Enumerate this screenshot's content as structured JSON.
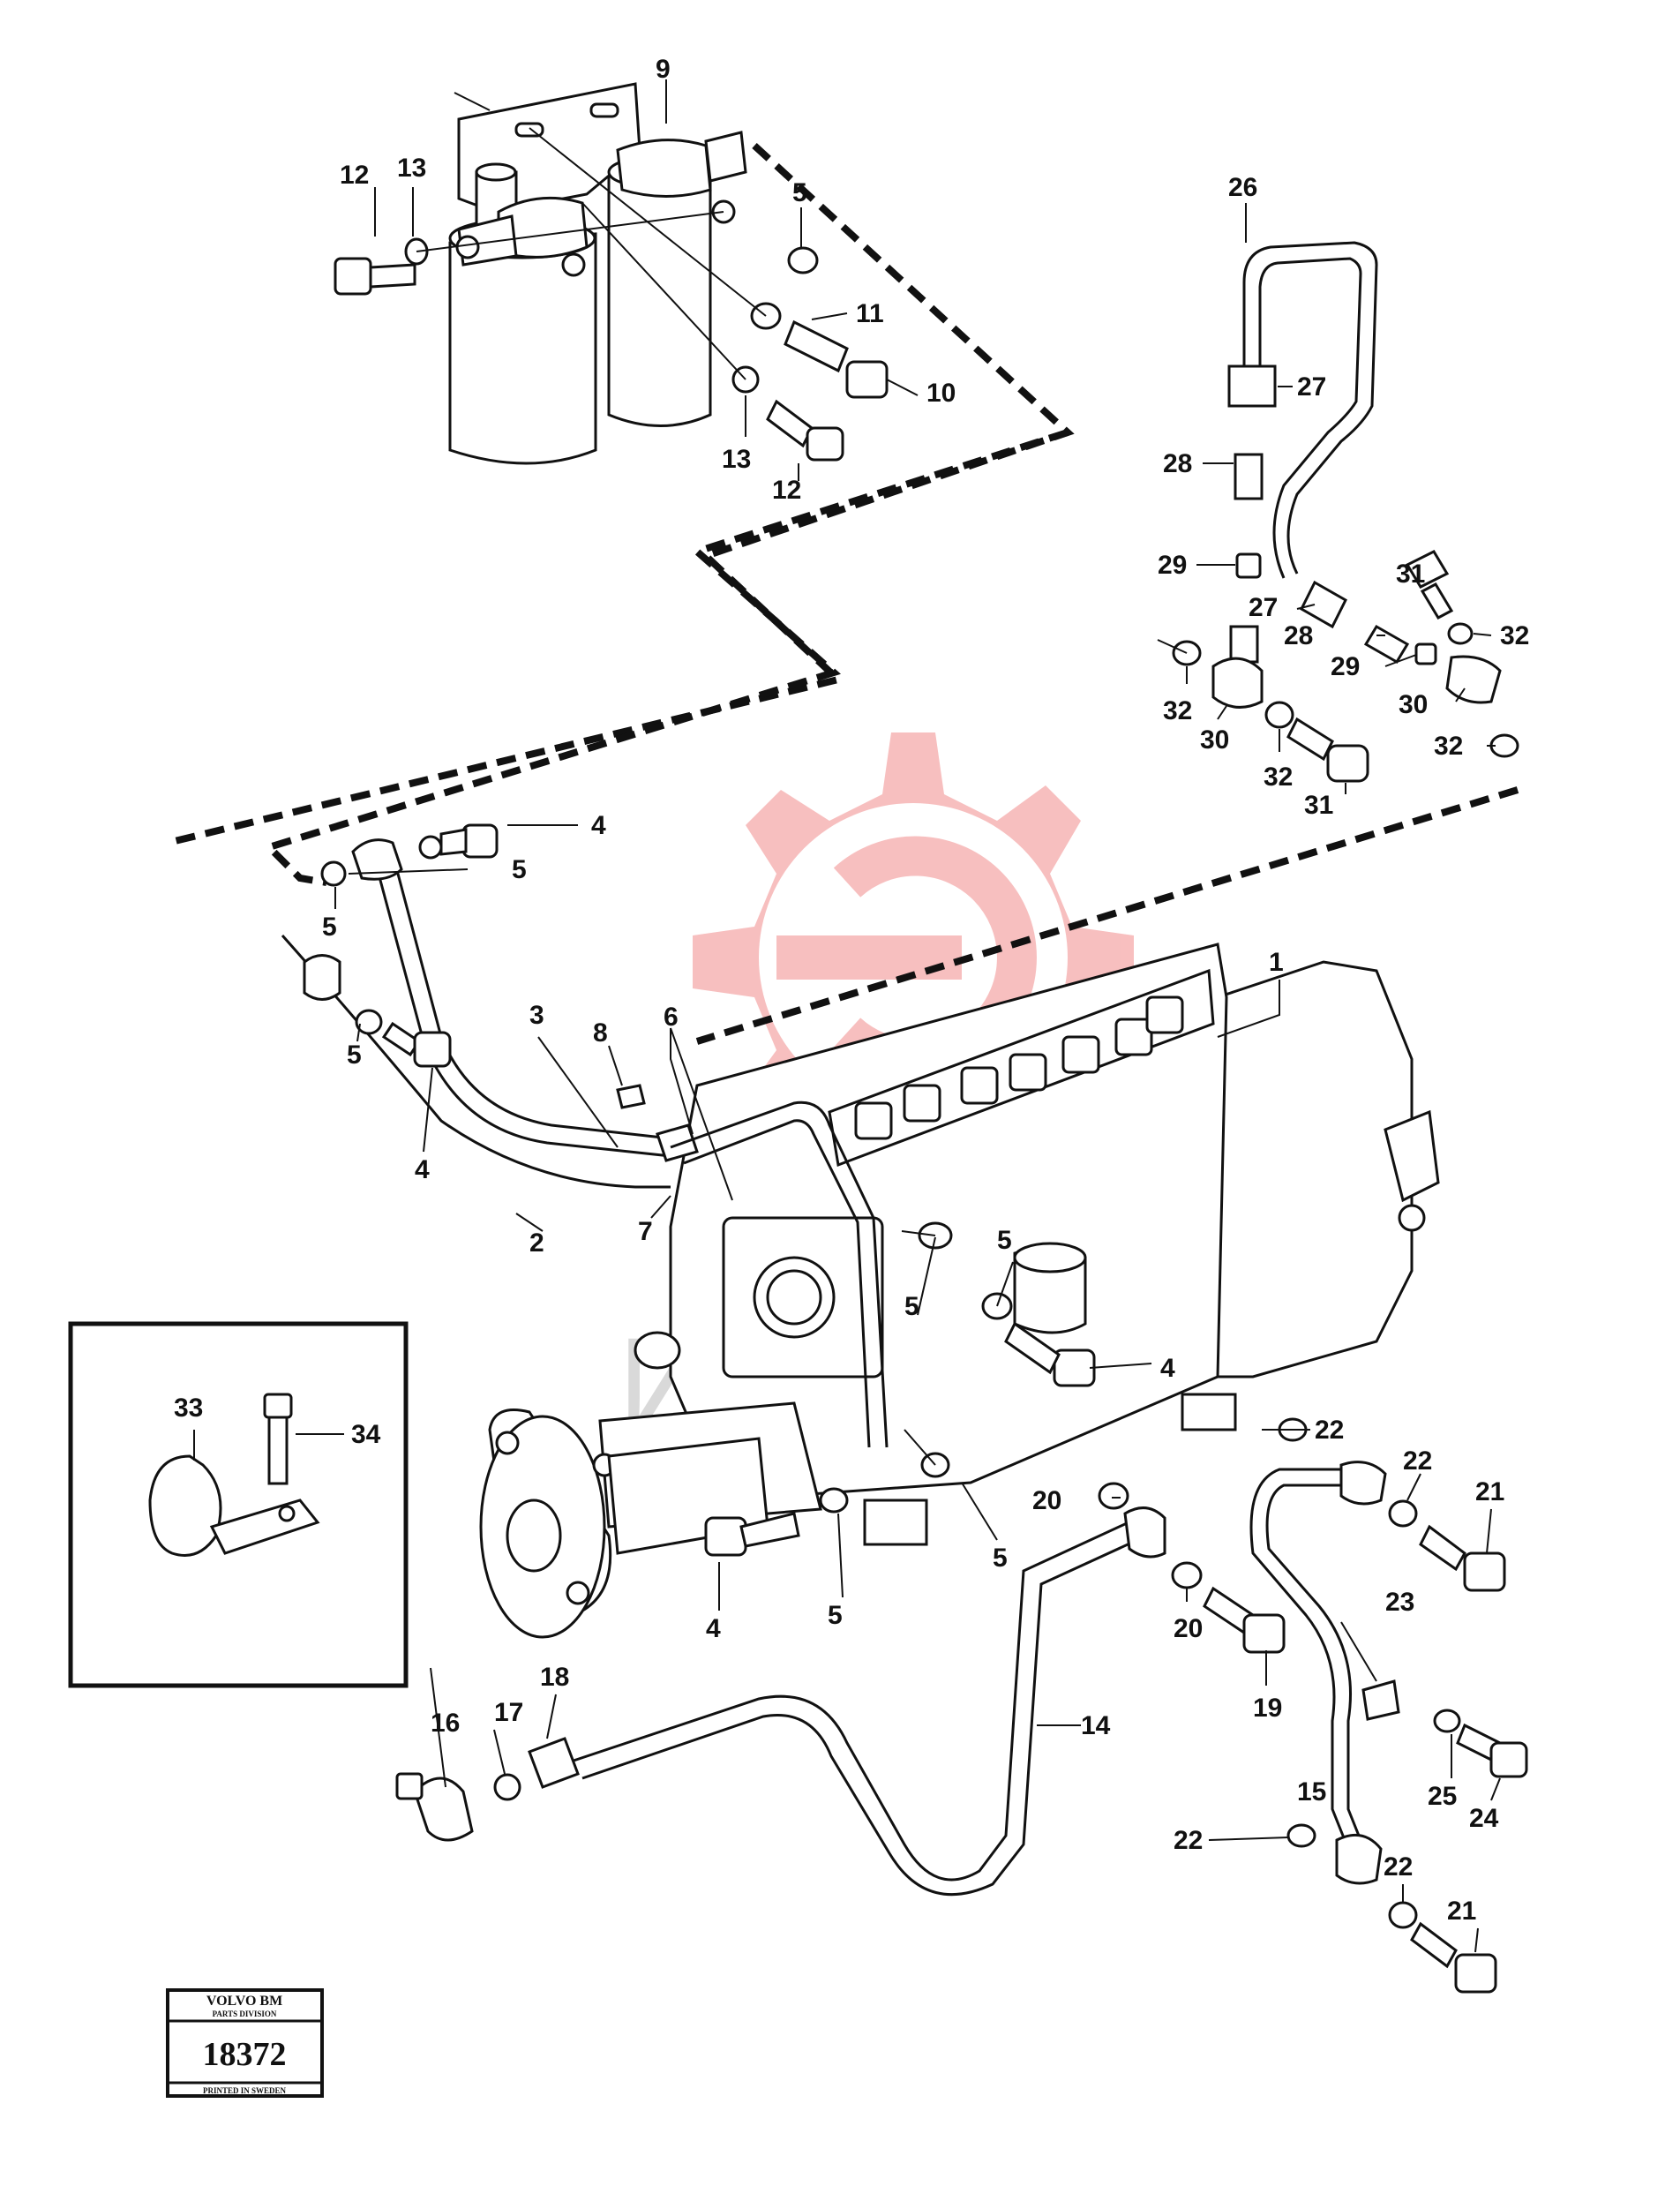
{
  "callouts": {
    "c1": "1",
    "c2": "2",
    "c3": "3",
    "c4a": "4",
    "c4b": "4",
    "c4c": "4",
    "c4d": "4",
    "c5a": "5",
    "c5b": "5",
    "c5c": "5",
    "c5d": "5",
    "c5e": "5",
    "c5f": "5",
    "c5g": "5",
    "c5h": "5",
    "c6": "6",
    "c7": "7",
    "c8": "8",
    "c9": "9",
    "c10": "10",
    "c11": "11",
    "c12a": "12",
    "c12b": "12",
    "c13a": "13",
    "c13b": "13",
    "c14": "14",
    "c15": "15",
    "c16": "16",
    "c17": "17",
    "c18": "18",
    "c19": "19",
    "c20a": "20",
    "c20b": "20",
    "c21a": "21",
    "c21b": "21",
    "c22a": "22",
    "c22b": "22",
    "c22c": "22",
    "c22d": "22",
    "c23": "23",
    "c24": "24",
    "c25": "25",
    "c26": "26",
    "c27a": "27",
    "c27b": "27",
    "c28a": "28",
    "c28b": "28",
    "c29a": "29",
    "c29b": "29",
    "c30a": "30",
    "c30b": "30",
    "c31a": "31",
    "c31b": "31",
    "c32a": "32",
    "c32b": "32",
    "c32c": "32",
    "c32d": "32",
    "c33": "33",
    "c34": "34"
  },
  "stamp": {
    "brand": "VOLVO BM",
    "division": "PARTS DIVISION",
    "number": "18372",
    "printed": "PRINTED IN SWEDEN"
  },
  "colors": {
    "ink": "#111111",
    "watermark": "#f28b8b"
  }
}
